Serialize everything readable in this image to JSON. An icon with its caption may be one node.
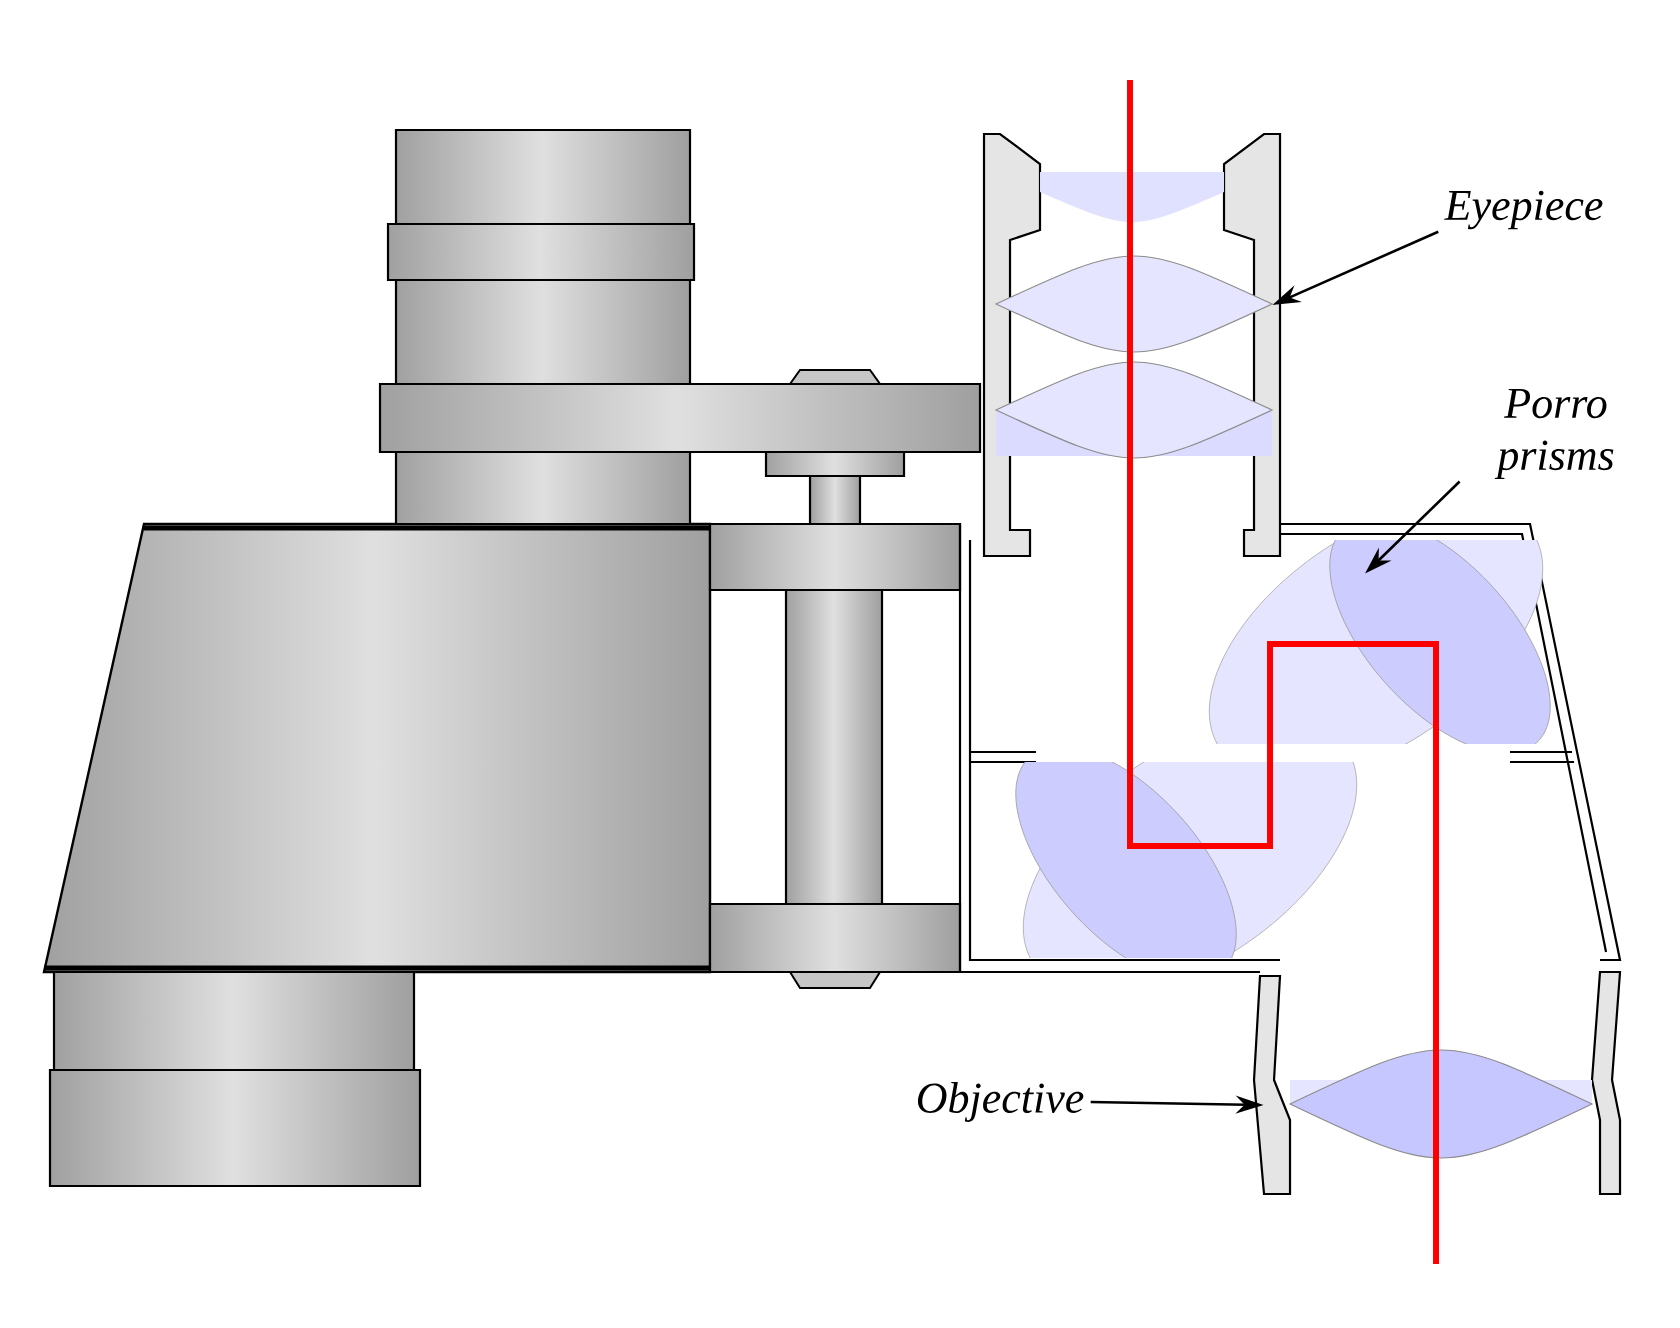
{
  "diagram": {
    "nodes": [
      {
        "text": [
          "Eyepiece"
        ]
      },
      {
        "text": [
          "Porro prisms"
        ]
      },
      {
        "text": [
          "Objective"
        ]
      },
      {
        "text": [],
        "shape": "picture"
      },
      {
        "text": [],
        "shape": "picture"
      },
      {
        "text": [],
        "shape": "picture"
      }
    ],
    "edges": [
      {
        "from": 0,
        "to": 3,
        "arrow": "to"
      },
      {
        "from": 1,
        "to": 4,
        "arrow": "to"
      },
      {
        "from": 2,
        "to": 5,
        "arrow": "to"
      }
    ]
  }
}
